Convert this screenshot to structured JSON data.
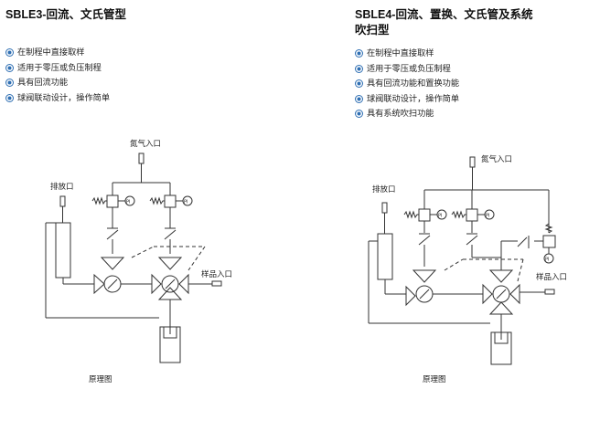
{
  "left": {
    "title": "SBLE3-回流、文氏管型",
    "features": [
      "在制程中直接取样",
      "适用于零压或负压制程",
      "具有回流功能",
      "球阀联动设计，操作简单"
    ],
    "diagram": {
      "nitrogen_inlet": "氮气入口",
      "drain_outlet": "排放口",
      "sample_inlet": "样品入口",
      "gauge_label_1": "PI",
      "gauge_label_2": "PI"
    },
    "caption": "原理图"
  },
  "right": {
    "title_line1": "SBLE4-回流、置换、文氏管及系统",
    "title_line2": "吹扫型",
    "features": [
      "在制程中直接取样",
      "适用于零压或负压制程",
      "具有回流功能和置换功能",
      "球阀联动设计，操作简单",
      "具有系统吹扫功能"
    ],
    "diagram": {
      "nitrogen_inlet": "氮气入口",
      "drain_outlet": "排放口",
      "sample_inlet": "样品入口",
      "gauge_label_1": "PI",
      "gauge_label_2": "PI",
      "gauge_label_3": "PI"
    },
    "caption": "原理图"
  },
  "colors": {
    "bullet": "#2f6fb3",
    "line": "#333333",
    "text": "#222222"
  }
}
